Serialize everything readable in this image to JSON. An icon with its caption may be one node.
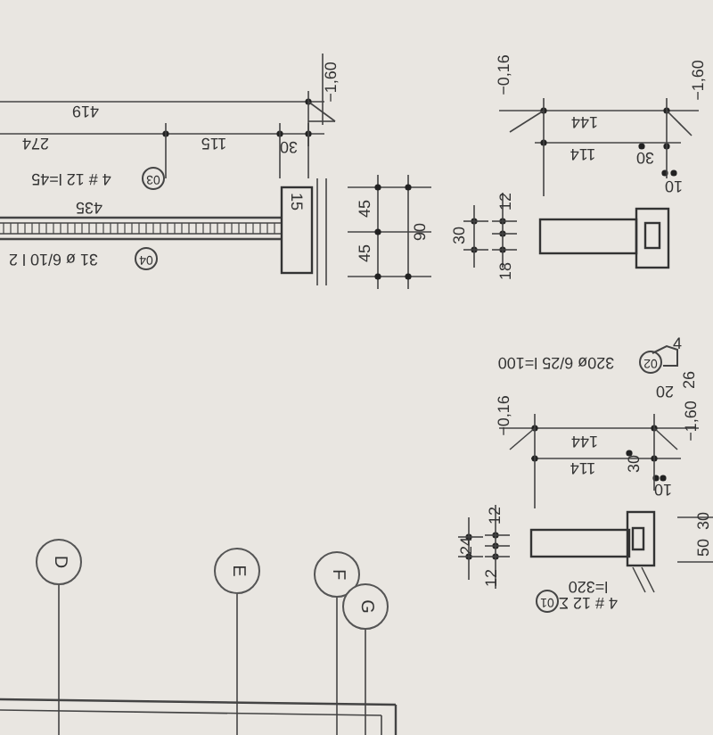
{
  "diagram": {
    "labels": [
      "−1,60",
      "419",
      "274",
      "115",
      "30",
      "03",
      "4 # 12 l=45",
      "435",
      "15",
      "04",
      "31 ø 6/10 l 2",
      "45",
      "45",
      "90",
      "−0,16",
      "144",
      "114",
      "30",
      "10",
      "−1,60",
      "30",
      "12",
      "18",
      "02",
      "320ø 6/25 l=100",
      "4",
      "26",
      "20",
      "−0,16",
      "144",
      "114",
      "30",
      "10",
      "−1,60",
      "24",
      "12",
      "12",
      "01",
      "4 # 12 Σ l=320",
      "50",
      "30",
      "D",
      "E",
      "F",
      "G"
    ]
  }
}
